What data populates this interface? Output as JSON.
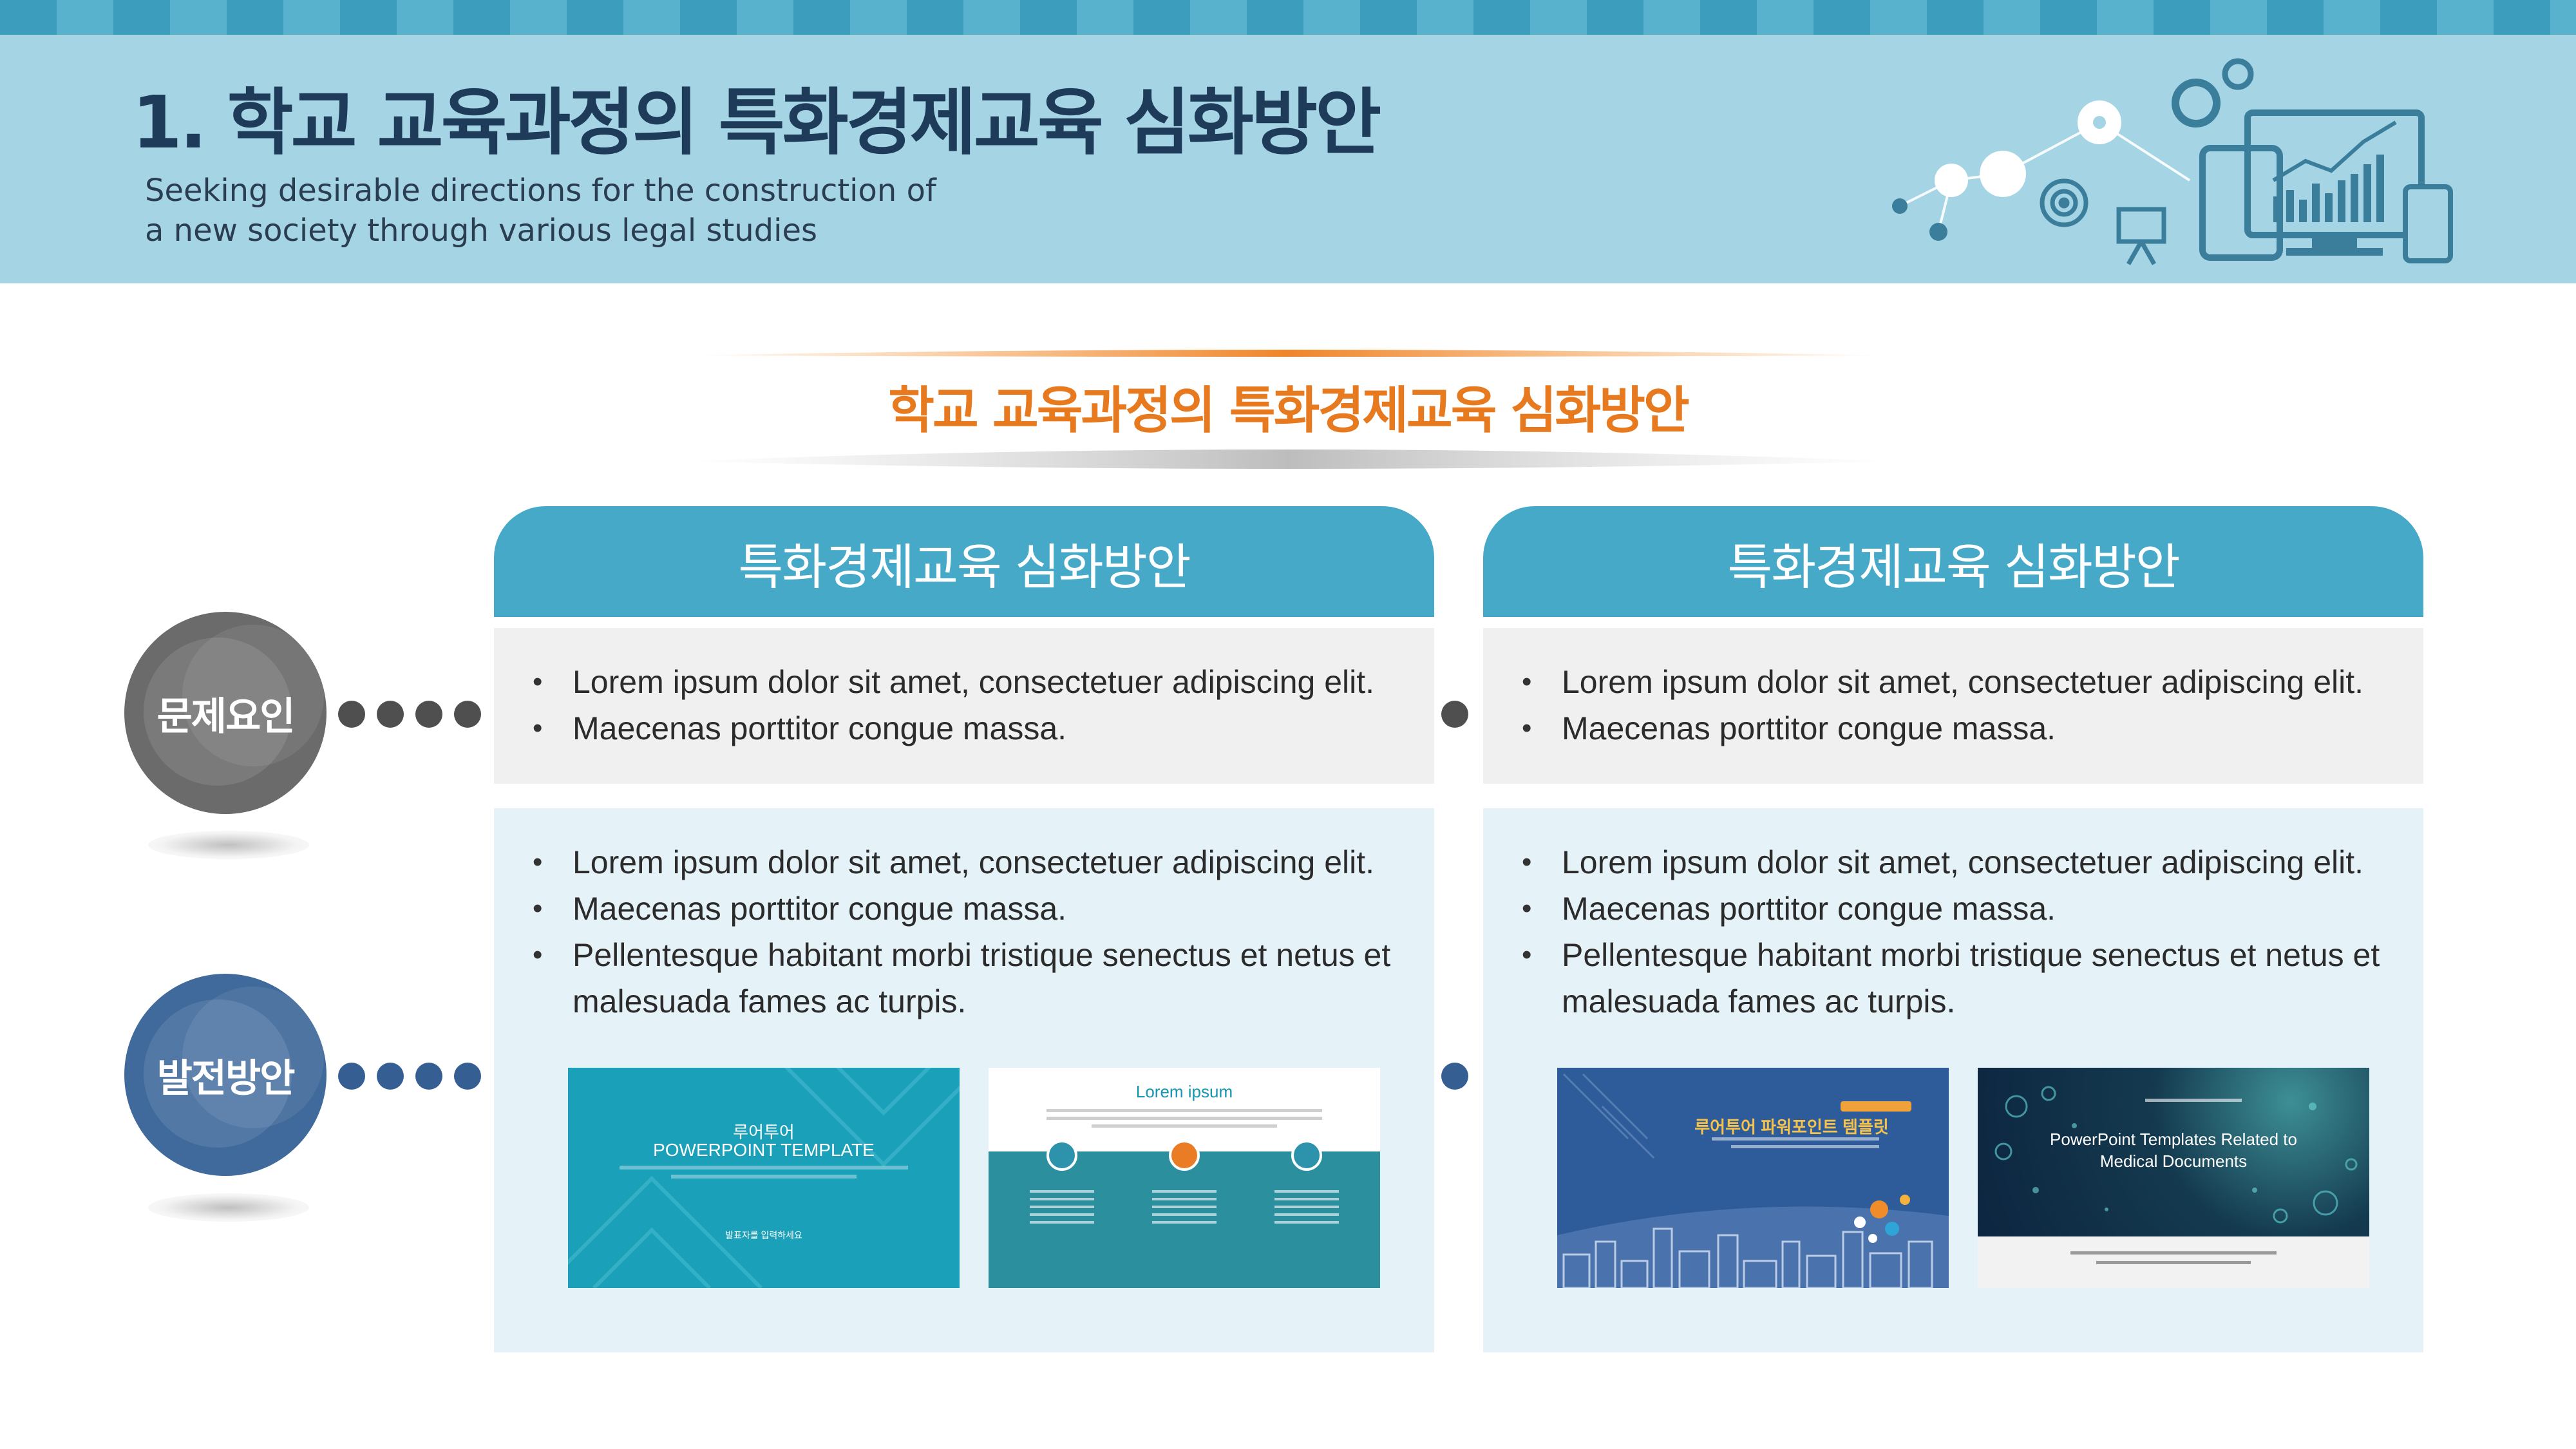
{
  "header": {
    "title": "1. 학교 교육과정의 특화경제교육 심화방안",
    "subtitle_line1": "Seeking desirable directions for the construction of",
    "subtitle_line2": "a new society through various legal studies"
  },
  "section": {
    "title": "학교 교육과정의 특화경제교육 심화방안"
  },
  "labels": {
    "problem": "문제요인",
    "development": "발전방안"
  },
  "columns": [
    {
      "header": "특화경제교육 심화방안",
      "gray_bullets": [
        "Lorem ipsum dolor sit amet, consectetuer adipiscing elit.",
        "Maecenas porttitor congue massa."
      ],
      "blue_bullets": [
        "Lorem ipsum dolor sit amet, consectetuer adipiscing elit.",
        "Maecenas porttitor congue massa.",
        "Pellentesque habitant morbi tristique senectus et netus et malesuada fames ac turpis."
      ]
    },
    {
      "header": "특화경제교육 심화방안",
      "gray_bullets": [
        "Lorem ipsum dolor sit amet, consectetuer adipiscing elit.",
        "Maecenas porttitor congue massa."
      ],
      "blue_bullets": [
        "Lorem ipsum dolor sit amet, consectetuer adipiscing elit.",
        "Maecenas porttitor congue massa.",
        "Pellentesque habitant morbi tristique senectus et netus et malesuada fames ac turpis."
      ]
    }
  ],
  "thumbnails": {
    "t1": {
      "line1": "루어투어",
      "line2": "POWERPOINT TEMPLATE",
      "small": "발표자를 입력하세요"
    },
    "t2": {
      "title": "Lorem ipsum"
    },
    "t3": {
      "title": "루어투어 파워포인트 템플릿"
    },
    "t4": {
      "line1": "PowerPoint Templates Related to",
      "line2": "Medical Documents"
    }
  },
  "colors": {
    "accent_orange": "#e77a1f",
    "header_teal": "#46a9c8",
    "header_bg": "#a5d5e4",
    "problem_gray": "#6b6b6b",
    "development_blue": "#3f6a9b"
  },
  "icons": [
    "gear-icon",
    "network-node-icon",
    "target-icon",
    "presentation-board-icon",
    "tablet-icon",
    "monitor-chart-icon",
    "phone-icon"
  ]
}
